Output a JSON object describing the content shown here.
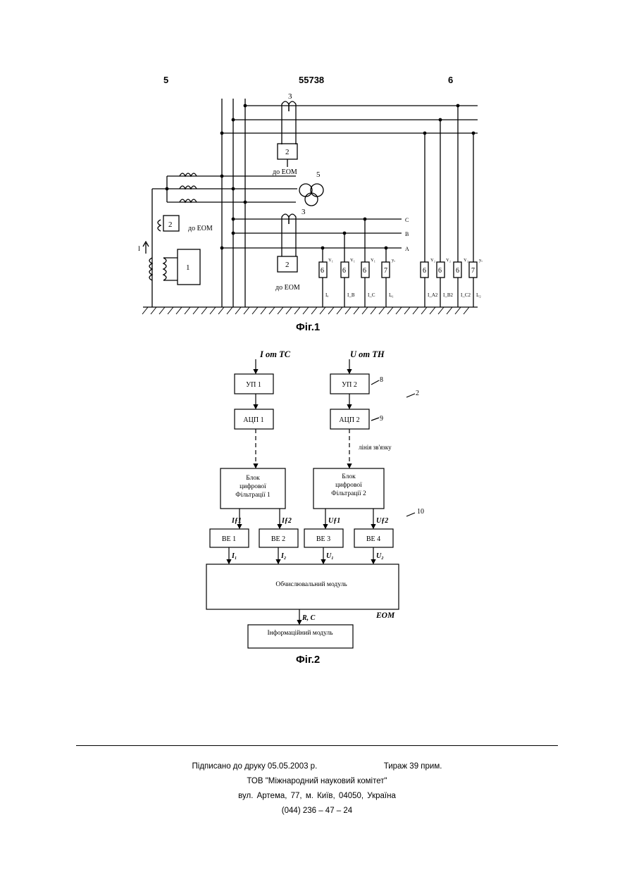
{
  "header": {
    "left_page": "5",
    "patent_number": "55738",
    "right_page": "6"
  },
  "fig1": {
    "caption": "Фіг.1",
    "labels": {
      "ct": "3",
      "ct_lower": "3",
      "block2": "2",
      "block2_left": "2",
      "block2_lower": "2",
      "block1": "1",
      "vt": "5",
      "to_computer": "до ЕОМ",
      "current": "I",
      "phase_c": "C",
      "phase_b": "B",
      "phase_a": "A"
    },
    "sensors": [
      {
        "num": "6",
        "y": "Y₁",
        "i": "Iₐ"
      },
      {
        "num": "6",
        "y": "Y₁",
        "i": "I_B"
      },
      {
        "num": "6",
        "y": "Y₁",
        "i": "I_C"
      },
      {
        "num": "7",
        "y": "yₒ",
        "i": "Iₐ₁"
      },
      {
        "num": "6",
        "y": "Y₂",
        "i": "I_A2"
      },
      {
        "num": "6",
        "y": "Y₂",
        "i": "I_B2"
      },
      {
        "num": "6",
        "y": "Y₂",
        "i": "I_C2"
      },
      {
        "num": "7",
        "y": "yₒ",
        "i": "Iₒ₂"
      }
    ]
  },
  "fig2": {
    "caption": "Фіг.2",
    "input_i": "I от ТС",
    "input_u": "U от ТН",
    "up1": "УП 1",
    "up2": "УП 2",
    "adc1": "АЦП 1",
    "adc2": "АЦП 2",
    "filter1": [
      "Блок",
      "цифрової",
      "Фільтрації 1"
    ],
    "filter2": [
      "Блок",
      "цифрової",
      "Фільтрації 2"
    ],
    "be1": "ВЕ 1",
    "be2": "ВЕ 2",
    "be3": "ВЕ 3",
    "be4": "ВЕ 4",
    "computing_module": "Обчислювальний модуль",
    "info_module": "Інформаційний модуль",
    "computer": "ЕОМ",
    "comm_line": "лінія зв'язку",
    "ref_2": "2",
    "ref_8": "8",
    "ref_9": "9",
    "ref_10": "10",
    "sig_if1": "Iƒ1",
    "sig_if2": "Iƒ2",
    "sig_uf1": "Uƒ1",
    "sig_uf2": "Uƒ2",
    "sig_i1": "I₁",
    "sig_i2": "I₂",
    "sig_u1": "U₁",
    "sig_u2": "U₂",
    "sig_rc": "R, C"
  },
  "footer": {
    "signed": "Підписано до друку 05.05.2003 р.",
    "copies": "Тираж 39 прим.",
    "org": "ТОВ \"Міжнародний науковий комітет\"",
    "address": "вул. Артема, 77, м. Київ, 04050, Україна",
    "phone": "(044) 236 – 47 – 24"
  }
}
